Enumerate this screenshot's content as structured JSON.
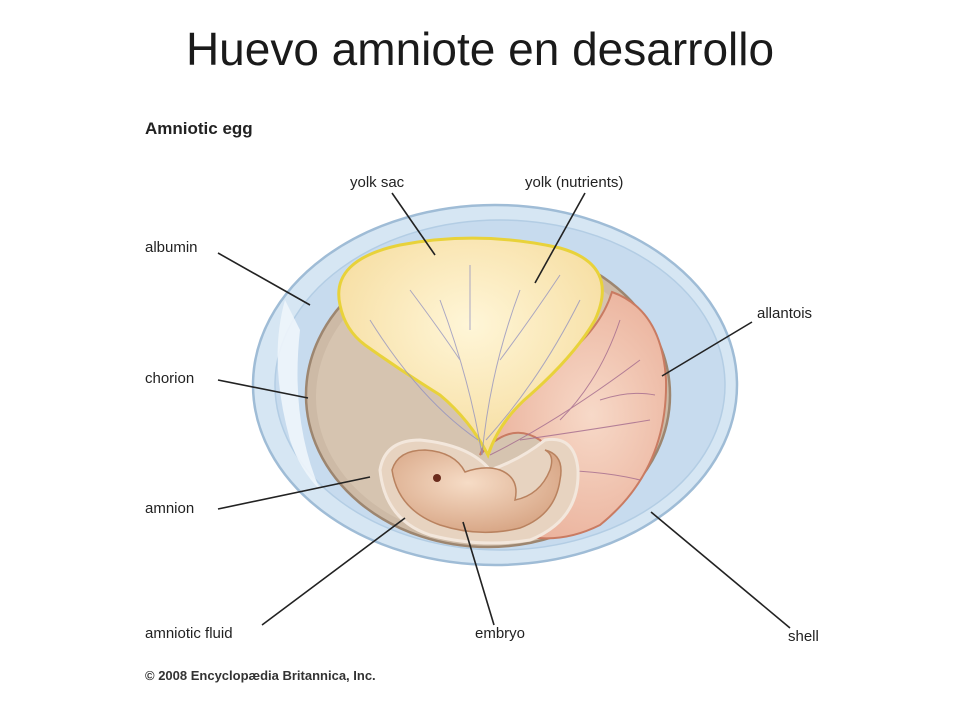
{
  "slide": {
    "title": "Huevo amniote en desarrollo"
  },
  "figure": {
    "heading": "Amniotic egg",
    "copyright": "© 2008 Encyclopædia Britannica, Inc.",
    "labels": {
      "yolk_sac": "yolk sac",
      "yolk_nutrients": "yolk (nutrients)",
      "albumin": "albumin",
      "allantois": "allantois",
      "chorion": "chorion",
      "amnion": "amnion",
      "amniotic_fluid": "amniotic fluid",
      "embryo": "embryo",
      "shell": "shell"
    }
  }
}
